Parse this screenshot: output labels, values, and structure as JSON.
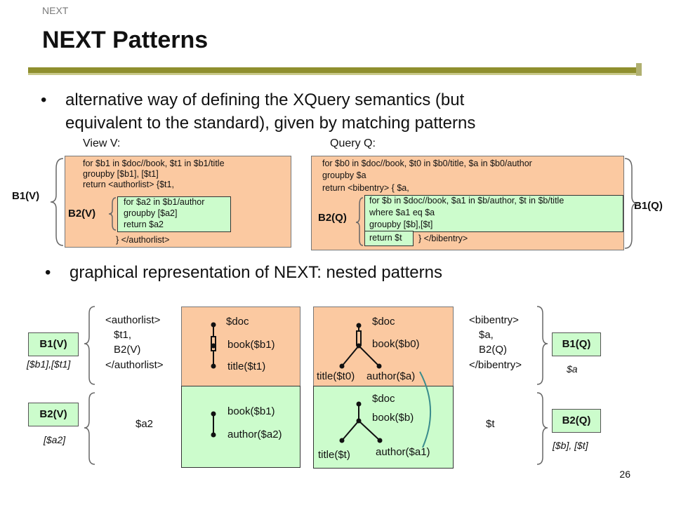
{
  "header": {
    "section": "NEXT",
    "title": "NEXT Patterns"
  },
  "bullets": [
    {
      "line1": "alternative way of defining the XQuery semantics (but",
      "line2": "equivalent to the standard), given by matching patterns"
    },
    {
      "line1": "graphical representation of NEXT: nested patterns"
    }
  ],
  "view": {
    "caption": "View V:",
    "outer_lines": [
      "for $b1 in $doc//book, $t1 in $b1/title",
      "groupby [$b1], [$t1]",
      "return  <authorlist> {$t1,"
    ],
    "inner_lines": [
      "for $a2 in $b1/author",
      "groupby [$a2]",
      "return $a2"
    ],
    "closing": "} </authorlist>",
    "label_outer": "B1(V)",
    "label_inner": "B2(V)"
  },
  "query": {
    "caption": "Query Q:",
    "outer_lines": [
      "for $b0 in $doc//book, $t0 in $b0/title, $a in $b0/author",
      "groupby $a",
      "return <bibentry> { $a,"
    ],
    "inner_lines": [
      "for $b in $doc//book, $a1 in $b/author, $t  in $b/title",
      "where $a1 eq $a",
      "groupby [$b],[$t]"
    ],
    "inner_last_a": "return $t",
    "inner_last_b": "}  </bibentry>",
    "label_outer": "B1(Q)",
    "label_inner": "B2(Q)"
  },
  "diagram": {
    "left": {
      "template_lines": [
        "<authorlist>",
        "$t1,",
        "B2(V)",
        "</authorlist>"
      ],
      "b1_label": "B1(V)",
      "b1_group": "[$b1],[$t1]",
      "b2_label": "B2(V)",
      "b2_group": "[$a2]",
      "b2_template": "$a2"
    },
    "vpattern": {
      "top": [
        "$doc",
        "book($b1)",
        "title($t1)"
      ],
      "bottom": [
        "book($b1)",
        "author($a2)"
      ]
    },
    "qpattern": {
      "top": [
        "$doc",
        "book($b0)",
        "title($t0)",
        "author($a)"
      ],
      "bottom": [
        "$doc",
        "book($b)",
        "title($t)",
        "author($a1)"
      ]
    },
    "right": {
      "template_lines": [
        "<bibentry>",
        "$a,",
        "B2(Q)",
        "</bibentry>"
      ],
      "b1_label": "B1(Q)",
      "b1_group": "$a",
      "b2_label": "B2(Q)",
      "b2_group": "[$b], [$t]",
      "b2_template": "$t"
    }
  },
  "page_number": "26",
  "colors": {
    "peach": "#fbc9a1",
    "green": "#ccfccc",
    "bar": "#8f8f2e",
    "link": "#3a8c8c"
  }
}
